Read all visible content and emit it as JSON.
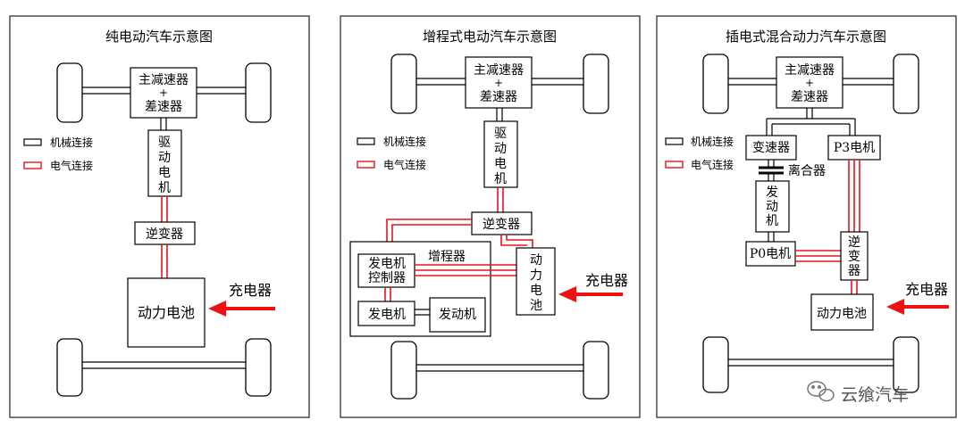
{
  "panels": [
    {
      "title": "纯电动汽车示意图",
      "reducer": [
        "主减速器",
        "+",
        "差速器"
      ],
      "motor": [
        "驱",
        "动",
        "电",
        "机"
      ],
      "inverter": "逆变器",
      "battery": "动力电池",
      "charger": "充电器",
      "legend": {
        "mechanical": "机械连接",
        "electrical": "电气连接"
      }
    },
    {
      "title": "增程式电动汽车示意图",
      "reducer": [
        "主减速器",
        "+",
        "差速器"
      ],
      "motor": [
        "驱",
        "动",
        "电",
        "机"
      ],
      "inverter": "逆变器",
      "range_extender": "增程器",
      "gen_controller": [
        "发电机",
        "控制器"
      ],
      "generator": "发电机",
      "engine": "发动机",
      "battery": [
        "动",
        "力",
        "电",
        "池"
      ],
      "charger": "充电器",
      "legend": {
        "mechanical": "机械连接",
        "electrical": "电气连接"
      }
    },
    {
      "title": "插电式混合动力汽车示意图",
      "reducer": [
        "主减速器",
        "+",
        "差速器"
      ],
      "gearbox": "变速器",
      "p3_motor": "P3电机",
      "clutch": "离合器",
      "engine": [
        "发",
        "动",
        "机"
      ],
      "p0_motor": "P0电机",
      "inverter": [
        "逆",
        "变",
        "器"
      ],
      "battery": "动力电池",
      "charger": "充电器",
      "legend": {
        "mechanical": "机械连接",
        "electrical": "电气连接"
      }
    }
  ],
  "watermark": "云飨汽车",
  "colors": {
    "mechanical": "#000000",
    "electrical": "#e8141b",
    "arrow": "#ee1111"
  }
}
